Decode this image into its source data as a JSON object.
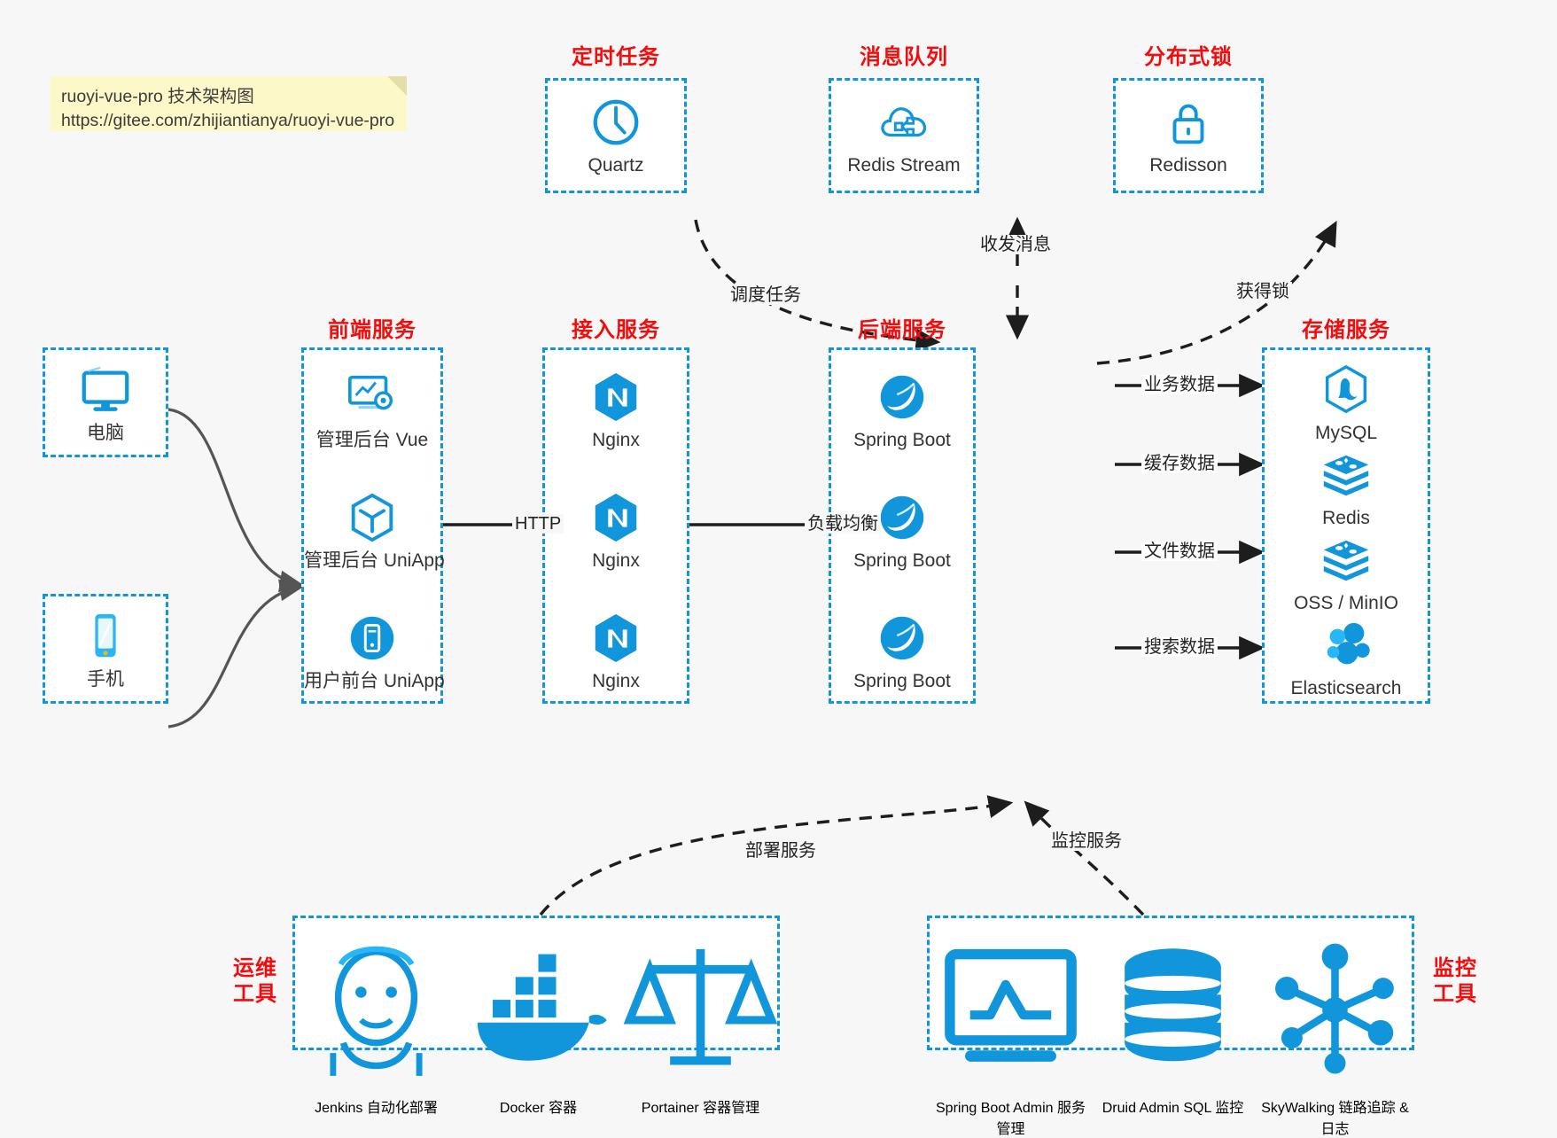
{
  "note": {
    "line1": "ruoyi-vue-pro 技术架构图",
    "line2": "https://gitee.com/zhijiantianya/ruoyi-vue-pro"
  },
  "colors": {
    "accent": "#1296db",
    "title": "#f40c0c",
    "background": "#f7f7f7",
    "note_bg": "#fcf8c8",
    "edge": "#222222",
    "solid_edge": "#555555"
  },
  "groups": {
    "client_pc": {
      "title": "",
      "items": [
        {
          "label": "电脑",
          "icon": "desktop-computer-icon"
        }
      ]
    },
    "client_mobile": {
      "title": "",
      "items": [
        {
          "label": "手机",
          "icon": "smartphone-icon"
        }
      ]
    },
    "scheduler": {
      "title": "定时任务",
      "items": [
        {
          "label": "Quartz",
          "icon": "clock-icon"
        }
      ]
    },
    "message_queue": {
      "title": "消息队列",
      "items": [
        {
          "label": "Redis Stream",
          "icon": "cloud-stream-icon"
        }
      ]
    },
    "distributed_lock": {
      "title": "分布式锁",
      "items": [
        {
          "label": "Redisson",
          "icon": "padlock-icon"
        }
      ]
    },
    "frontend": {
      "title": "前端服务",
      "items": [
        {
          "label": "管理后台 Vue",
          "icon": "dashboard-settings-icon"
        },
        {
          "label": "管理后台 UniApp",
          "icon": "cube-icon"
        },
        {
          "label": "用户前台 UniApp",
          "icon": "mobile-app-icon"
        }
      ]
    },
    "gateway": {
      "title": "接入服务",
      "items": [
        {
          "label": "Nginx",
          "icon": "nginx-icon"
        },
        {
          "label": "Nginx",
          "icon": "nginx-icon"
        },
        {
          "label": "Nginx",
          "icon": "nginx-icon"
        }
      ]
    },
    "backend": {
      "title": "后端服务",
      "items": [
        {
          "label": "Spring Boot",
          "icon": "spring-boot-icon"
        },
        {
          "label": "Spring Boot",
          "icon": "spring-boot-icon"
        },
        {
          "label": "Spring Boot",
          "icon": "spring-boot-icon"
        }
      ]
    },
    "storage": {
      "title": "存储服务",
      "items": [
        {
          "label": "MySQL",
          "icon": "mysql-icon"
        },
        {
          "label": "Redis",
          "icon": "redis-icon"
        },
        {
          "label": "OSS / MinIO",
          "icon": "object-storage-icon"
        },
        {
          "label": "Elasticsearch",
          "icon": "elasticsearch-icon"
        }
      ]
    },
    "devops": {
      "title": "运维\n工具",
      "title_line1": "运维",
      "title_line2": "工具",
      "items": [
        {
          "label": "Jenkins",
          "sublabel": "自动化部署",
          "icon": "jenkins-icon"
        },
        {
          "label": "Docker",
          "sublabel": "容器",
          "icon": "docker-icon"
        },
        {
          "label": "Portainer",
          "sublabel": "容器管理",
          "icon": "scales-icon"
        }
      ]
    },
    "monitoring": {
      "title_line1": "监控",
      "title_line2": "工具",
      "items": [
        {
          "label": "Spring Boot Admin",
          "sublabel": "服务管理",
          "icon": "monitor-chart-icon"
        },
        {
          "label": "Druid Admin",
          "sublabel": "SQL 监控",
          "icon": "database-icon"
        },
        {
          "label": "SkyWalking",
          "sublabel": "链路追踪 & 日志",
          "icon": "skywalking-icon"
        }
      ]
    }
  },
  "edges": [
    {
      "name": "http",
      "label": "HTTP"
    },
    {
      "name": "load-balance",
      "label": "负载均衡"
    },
    {
      "name": "schedule-task",
      "label": "调度任务"
    },
    {
      "name": "send-receive-message",
      "label": "收发消息"
    },
    {
      "name": "acquire-lock",
      "label": "获得锁"
    },
    {
      "name": "business-data",
      "label": "业务数据"
    },
    {
      "name": "cache-data",
      "label": "缓存数据"
    },
    {
      "name": "file-data",
      "label": "文件数据"
    },
    {
      "name": "search-data",
      "label": "搜索数据"
    },
    {
      "name": "deploy-service",
      "label": "部署服务"
    },
    {
      "name": "monitor-service",
      "label": "监控服务"
    }
  ]
}
